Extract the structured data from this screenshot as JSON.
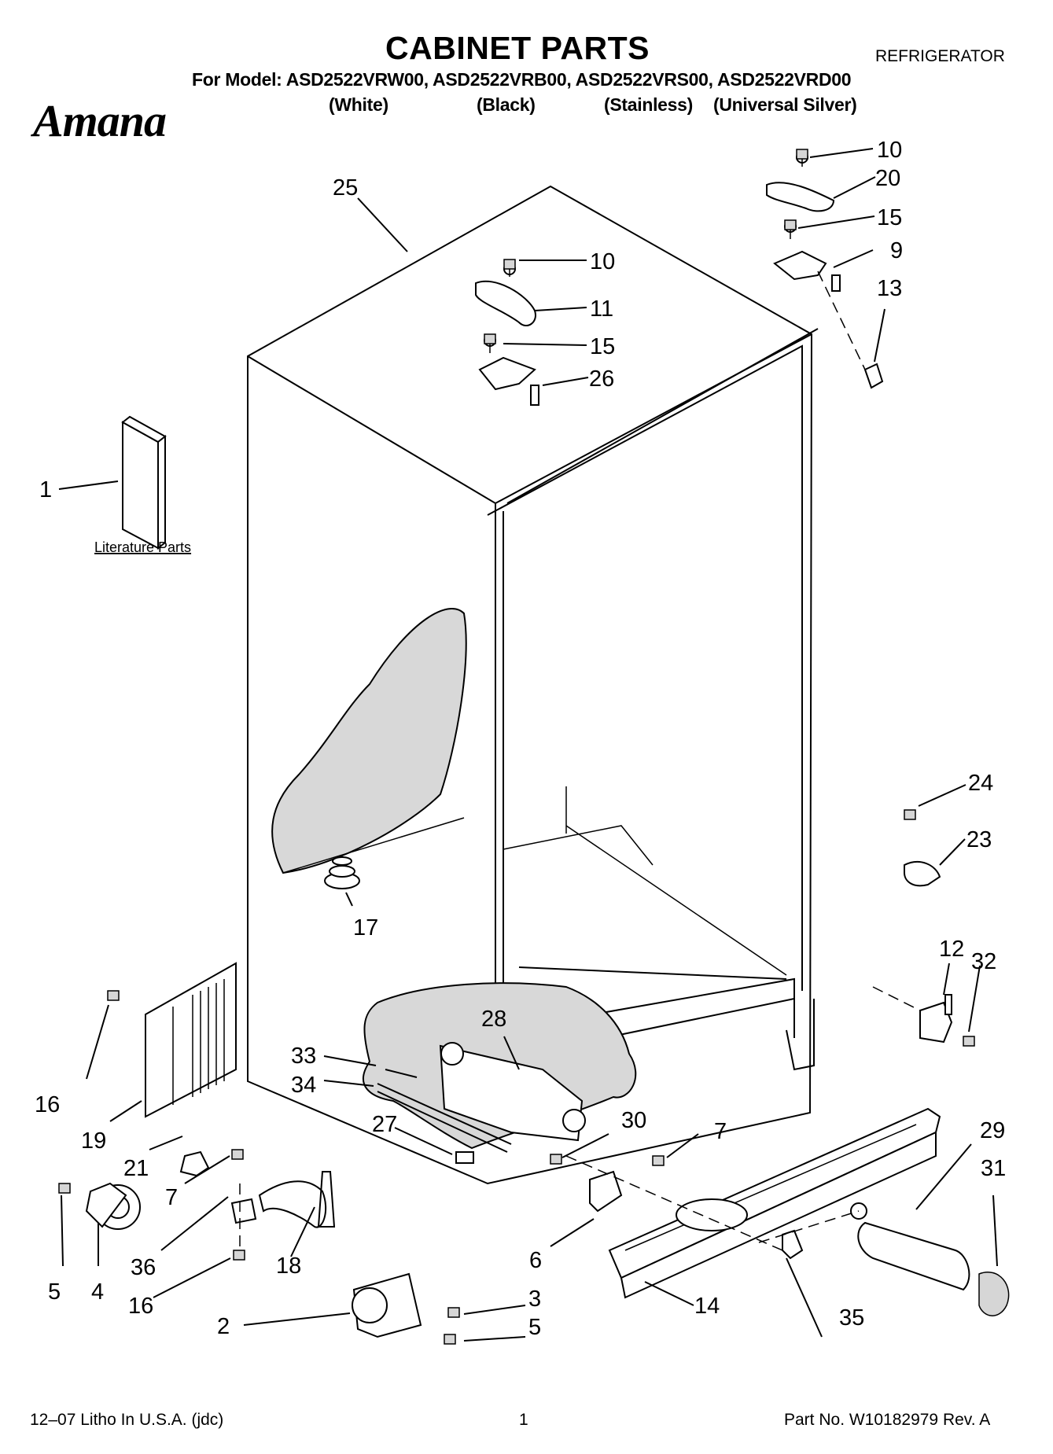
{
  "header": {
    "title": "CABINET PARTS",
    "appliance": "REFRIGERATOR",
    "models_line": "For Model: ASD2522VRW00, ASD2522VRB00, ASD2522VRS00, ASD2522VRD00",
    "variants": [
      "(White)",
      "(Black)",
      "(Stainless)",
      "(Universal Silver)"
    ],
    "brand": "Amana"
  },
  "diagram": {
    "literature_label": "Literature Parts",
    "callouts": [
      "1",
      "2",
      "3",
      "4",
      "5",
      "5",
      "6",
      "7",
      "7",
      "9",
      "10",
      "10",
      "11",
      "12",
      "13",
      "14",
      "15",
      "15",
      "16",
      "16",
      "17",
      "18",
      "19",
      "20",
      "21",
      "23",
      "24",
      "25",
      "26",
      "27",
      "28",
      "29",
      "30",
      "31",
      "32",
      "33",
      "34",
      "35",
      "36"
    ]
  },
  "footer": {
    "left": "12–07 Litho In U.S.A. (jdc)",
    "page": "1",
    "right": "Part No. W10182979 Rev. A"
  }
}
